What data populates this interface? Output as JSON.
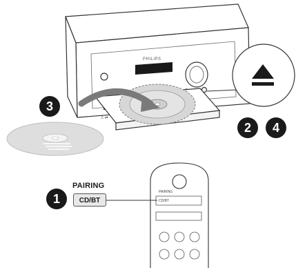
{
  "brand": "PHILIPS",
  "steps": {
    "s1": "1",
    "s2": "2",
    "s3": "3",
    "s4": "4"
  },
  "pairing_label": "PAIRING",
  "cdbt_button": "CD/BT",
  "remote": {
    "pairing_label": "PAIRING",
    "cdbt_label": "CD/BT"
  },
  "colors": {
    "step_fill": "#1a1a1a",
    "line": "#333333",
    "disc": "#d9d9d9"
  },
  "icons": {
    "eject": "eject-icon"
  }
}
